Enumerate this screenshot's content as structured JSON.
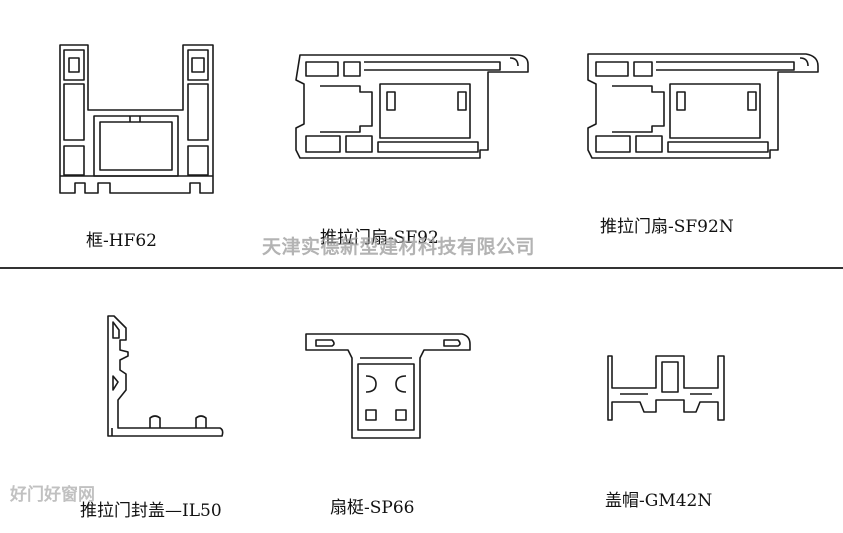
{
  "profiles": [
    {
      "label": "框-HF62"
    },
    {
      "label": "推拉门扇-SF92"
    },
    {
      "label": "推拉门扇-SF92N"
    },
    {
      "label": "推拉门封盖—IL50"
    },
    {
      "label": "扇梃-SP66"
    },
    {
      "label": "盖帽-GM42N"
    }
  ],
  "watermarks": {
    "company": "天津实德新型建材科技有限公司",
    "site": "好门好窗网"
  }
}
